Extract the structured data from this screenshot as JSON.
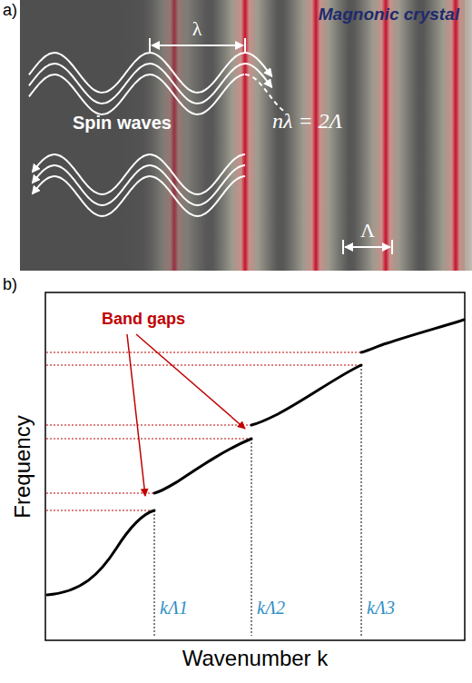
{
  "diagram": {
    "labels": [
      "a)",
      "Magnonic crystal",
      "λ",
      "Spin waves",
      "nλ = 2Λ",
      "Λ",
      "b)",
      "Band gaps",
      "Frequency",
      "kΛ1",
      "kΛ2",
      "kΛ3",
      "Wavenumber k"
    ]
  }
}
